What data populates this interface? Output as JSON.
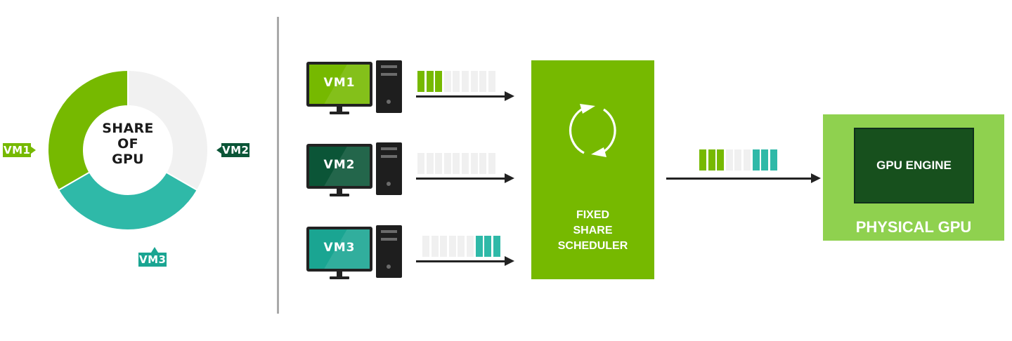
{
  "colors": {
    "vm1": "#76b900",
    "vm2": "#0b5537",
    "vm2_donut": "#f1f1f1",
    "vm3": "#2fb9a8",
    "vm3_tag": "#1aa592",
    "empty_slot": "#f0f0f0",
    "scheduler": "#76b900",
    "physical_gpu": "#8fd14f",
    "gpu_engine": "#17501d",
    "arrow": "#222222",
    "divider": "#a9a9a9"
  },
  "share_chart": {
    "center_label_lines": [
      "SHARE",
      "OF",
      "GPU"
    ],
    "segments": [
      {
        "name": "VM1",
        "share": 0.3333,
        "color_key": "vm1"
      },
      {
        "name": "VM3",
        "share": 0.3333,
        "color_key": "vm3"
      },
      {
        "name": "VM2",
        "share": 0.3333,
        "color_key": "vm2_donut"
      }
    ],
    "tags": [
      {
        "label": "VM1",
        "color_key": "vm1"
      },
      {
        "label": "VM2",
        "color_key": "vm2"
      },
      {
        "label": "VM3",
        "color_key": "vm3_tag"
      }
    ]
  },
  "vms": [
    {
      "label": "VM1",
      "screen_color_key": "vm1",
      "queue": [
        "vm1",
        "vm1",
        "vm1",
        "empty",
        "empty",
        "empty",
        "empty",
        "empty",
        "empty"
      ]
    },
    {
      "label": "VM2",
      "screen_color_key": "vm2",
      "queue": [
        "empty",
        "empty",
        "empty",
        "empty",
        "empty",
        "empty",
        "empty",
        "empty",
        "empty"
      ]
    },
    {
      "label": "VM3",
      "screen_color_key": "vm3_tag",
      "queue": [
        "empty",
        "empty",
        "empty",
        "empty",
        "empty",
        "empty",
        "vm3",
        "vm3",
        "vm3"
      ]
    }
  ],
  "scheduler": {
    "label_lines": [
      "FIXED",
      "SHARE",
      "SCHEDULER"
    ],
    "icon": "refresh-cycle-icon"
  },
  "output_queue": [
    "vm1",
    "vm1",
    "vm1",
    "empty",
    "empty",
    "empty",
    "vm3",
    "vm3",
    "vm3"
  ],
  "physical_gpu": {
    "engine_label": "GPU ENGINE",
    "label": "PHYSICAL GPU"
  }
}
